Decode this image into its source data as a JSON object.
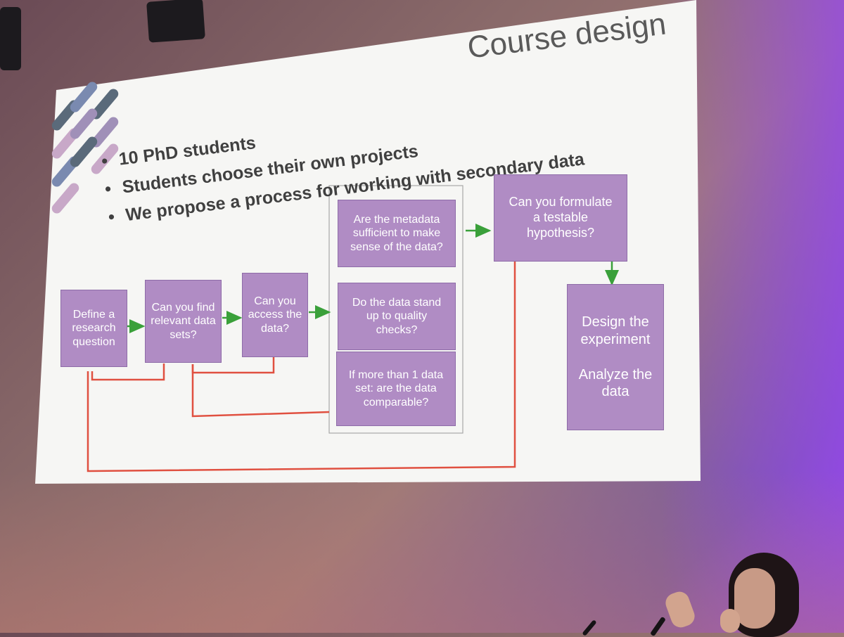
{
  "slide": {
    "title": "Course design",
    "bullets": [
      "10 PhD students",
      "Students choose their own projects",
      "We propose a process for working with secondary data"
    ]
  },
  "flowchart": {
    "boxes": {
      "define": [
        "Define a",
        "research",
        "question"
      ],
      "find": [
        "Can you find",
        "relevant data",
        "sets?"
      ],
      "access": [
        "Can you",
        "access the",
        "data?"
      ],
      "metadata": [
        "Are the metadata",
        "sufficient to make",
        "sense of the data?"
      ],
      "quality": [
        "Do the data stand",
        "up to quality",
        "checks?"
      ],
      "comparable": [
        "If more than 1 data",
        "set: are the data",
        "comparable?"
      ],
      "hypothesis": [
        "Can you formulate",
        "a testable",
        "hypothesis?"
      ],
      "design": [
        "Design the",
        "experiment",
        "",
        "Analyze the",
        "data"
      ]
    },
    "colors": {
      "box_fill": "#b08cc4",
      "box_text": "#ffffff",
      "forward_arrow": "#3aa03a",
      "feedback_line": "#e05040",
      "slide_background": "#f6f6f4"
    }
  },
  "decor": {
    "logo_stripe_colors": [
      "#5a6a7a",
      "#7a8ab0",
      "#a090b8",
      "#c8a8c8"
    ],
    "icons": [
      "ceiling-lamp",
      "microphone"
    ]
  }
}
